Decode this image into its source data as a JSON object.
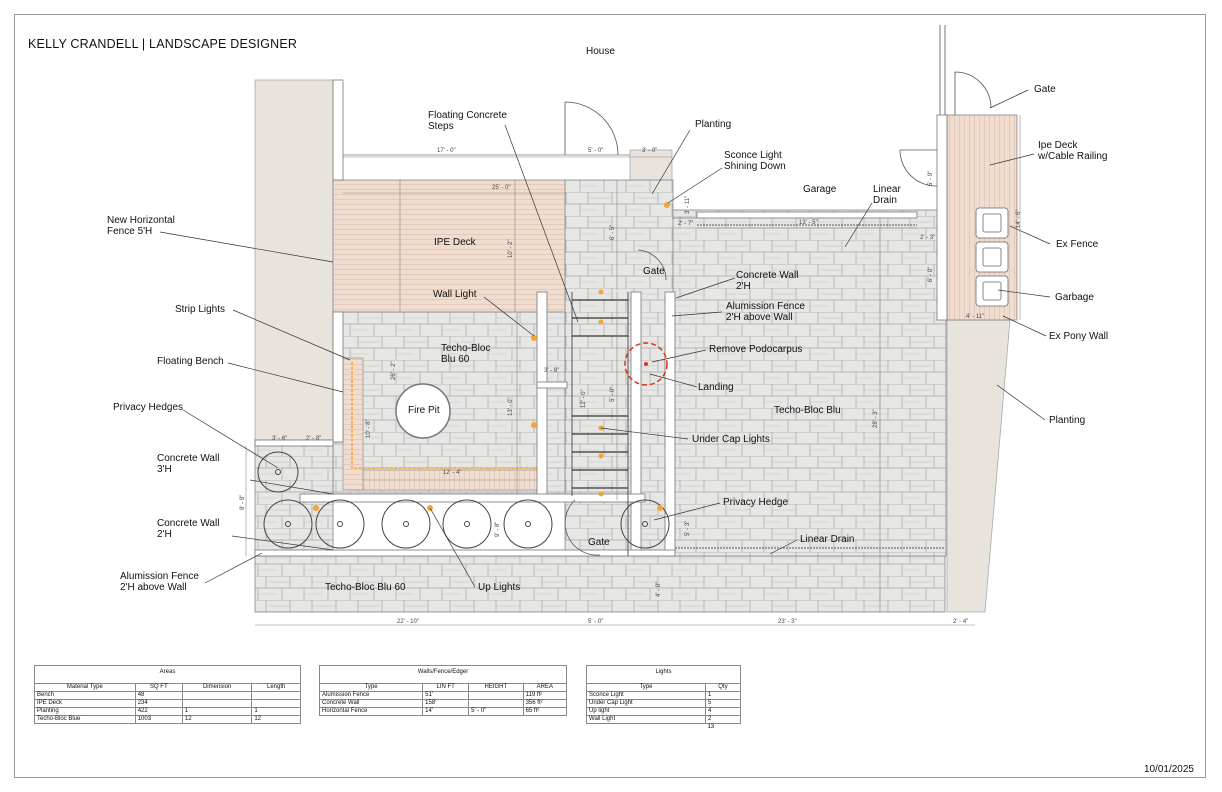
{
  "title": "KELLY CRANDELL | LANDSCAPE DESIGNER",
  "date": "10/01/2025",
  "labels": {
    "house": "House",
    "gate_top": "Gate",
    "floating_steps": [
      "Floating Concrete",
      "Steps"
    ],
    "planting_top": "Planting",
    "sconce": [
      "Sconce Light",
      "Shining Down"
    ],
    "garage": "Garage",
    "linear_drain_top": [
      "Linear",
      "Drain"
    ],
    "ipe_deck_cable": [
      "Ipe Deck",
      "w/Cable Railing"
    ],
    "new_fence": [
      "New Horizontal",
      "Fence 5'H"
    ],
    "ipe_deck": "IPE Deck",
    "ex_fence": "Ex Fence",
    "gate_mid": "Gate",
    "concrete_wall_2h_right": [
      "Concrete Wall",
      "2'H"
    ],
    "garbage": "Garbage",
    "wall_light": "Wall Light",
    "alum_fence_right": [
      "Alumission Fence",
      "2'H above Wall"
    ],
    "strip_lights": "Strip Lights",
    "ex_pony_wall": "Ex Pony Wall",
    "techo_bloc_60": [
      "Techo-Bloc",
      "Blu 60"
    ],
    "remove_podocarpus": "Remove Podocarpus",
    "floating_bench": "Floating Bench",
    "landing": "Landing",
    "privacy_hedges": "Privacy Hedges",
    "fire_pit": "Fire Pit",
    "techo_bloc_blu": "Techo-Bloc Blu",
    "planting_right": "Planting",
    "under_cap_lights": "Under Cap Lights",
    "concrete_wall_3h": [
      "Concrete Wall",
      "3'H"
    ],
    "privacy_hedge": "Privacy Hedge",
    "concrete_wall_2h_left": [
      "Concrete Wall",
      "2'H"
    ],
    "gate_bottom": "Gate",
    "linear_drain_bottom": "Linear Drain",
    "alum_fence_left": [
      "Alumission Fence",
      "2'H above Wall"
    ],
    "techo_bloc_60_bottom": "Techo-Bloc Blu 60",
    "up_lights": "Up Lights"
  },
  "dimensions": {
    "d17": "17' - 0\"",
    "d5a": "5' - 0\"",
    "d3a": "3' - 0\"",
    "d25": "25' - 0\"",
    "d13_5": "13' - 5\"",
    "d3_11": "3' - 11\"",
    "d2_7": "2' - 7\"",
    "d2_3": "2' - 3\"",
    "d14_6": "14' - 6\"",
    "d5_9": "5' - 9\"",
    "d6_0": "6' - 0\"",
    "d6_5": "6' - 5\"",
    "d10_2": "10' - 2\"",
    "d4_11": "4' - 11\"",
    "d26_2": "26' - 2\"",
    "d3_8": "3' - 8\"",
    "d12_0": "12' - 0\"",
    "d5_0b": "5' - 0\"",
    "d10_8": "10' - 8\"",
    "d13_0": "13' - 0\"",
    "d28_3": "28' - 3\"",
    "d3_6": "3' - 6\"",
    "d2_8": "2' - 8\"",
    "d12_4": "12' - 4\"",
    "d8_8": "8' - 8\"",
    "d9_8": "9' - 8\"",
    "d5_3": "5' - 3\"",
    "d4_0": "4' - 0\"",
    "d22_10": "22' - 10\"",
    "d5_0c": "5' - 0\"",
    "d23_3": "23' - 3\"",
    "d2_4": "2' - 4\""
  },
  "tables": {
    "areas": {
      "caption": "Areas",
      "headers": [
        "Material Type",
        "SQ FT",
        "Dimension",
        "Length"
      ],
      "rows": [
        [
          "Bench",
          "48",
          "",
          ""
        ],
        [
          "IPE Deck",
          "234",
          "",
          ""
        ],
        [
          "Planting",
          "422",
          "1",
          "1"
        ],
        [
          "Techo-Bloc Blue",
          "1003",
          "12",
          "12"
        ]
      ]
    },
    "walls": {
      "caption": "Walls/Fence/Edger",
      "headers": [
        "Type",
        "LIN FT",
        "HEIGHT",
        "AREA"
      ],
      "rows": [
        [
          "Alumission Fence",
          "51'",
          "",
          "119 ft²"
        ],
        [
          "Concrete Wall",
          "158'",
          "",
          "356 ft²"
        ],
        [
          "Horizontal Fence",
          "14'",
          "5' - 0\"",
          "65 ft²"
        ]
      ]
    },
    "lights": {
      "caption": "Lights",
      "headers": [
        "Type",
        "Qty"
      ],
      "rows": [
        [
          "Sconce Light",
          "1"
        ],
        [
          "Under Cap Light",
          "5"
        ],
        [
          "Up light",
          "4"
        ],
        [
          "Wall Light",
          "2"
        ],
        [
          "",
          "13"
        ]
      ]
    }
  },
  "colors": {
    "paver": "#e6e6e4",
    "deck": "#f0ddd0",
    "planting": "#e8e3dc",
    "light": "#f0a830",
    "remove": "#e03020"
  }
}
